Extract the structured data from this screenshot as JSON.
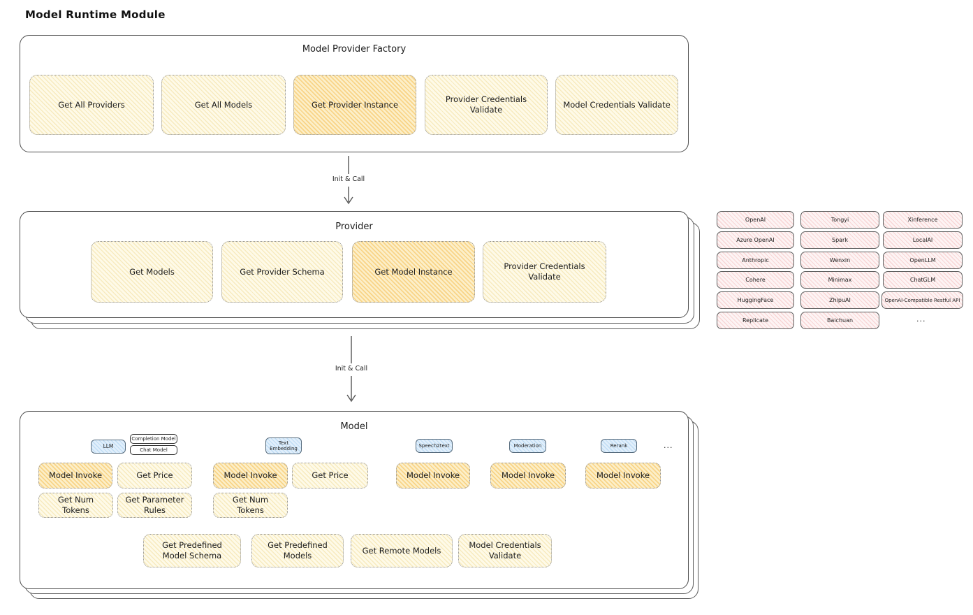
{
  "title": "Model Runtime Module",
  "colors": {
    "yellow_fill": "#fdf8e4",
    "orange_highlight_fill": "#f8d48c",
    "pink_fill": "#f9dede",
    "blue_tag_fill": "#d8eafa",
    "card_border": "#4c4c4c"
  },
  "factory": {
    "title": "Model Provider Factory",
    "items": [
      {
        "label": "Get All Providers",
        "highlight": false
      },
      {
        "label": "Get All Models",
        "highlight": false
      },
      {
        "label": "Get Provider Instance",
        "highlight": true
      },
      {
        "label": "Provider Credentials Validate",
        "highlight": false
      },
      {
        "label": "Model Credentials Validate",
        "highlight": false
      }
    ]
  },
  "arrow1": {
    "label": "Init & Call"
  },
  "provider": {
    "title": "Provider",
    "items": [
      {
        "label": "Get Models",
        "highlight": false
      },
      {
        "label": "Get Provider Schema",
        "highlight": false
      },
      {
        "label": "Get Model Instance",
        "highlight": true
      },
      {
        "label": "Provider Credentials Validate",
        "highlight": false
      }
    ]
  },
  "providers_panel": {
    "columns": [
      [
        "OpenAI",
        "Azure OpenAI",
        "Anthropic",
        "Cohere",
        "HuggingFace",
        "Replicate"
      ],
      [
        "Tongyi",
        "Spark",
        "Wenxin",
        "Minimax",
        "ZhipuAI",
        "Baichuan"
      ],
      [
        "Xinference",
        "LocalAI",
        "OpenLLM",
        "ChatGLM",
        "OpenAI-Compatible Restful API"
      ]
    ],
    "more": "..."
  },
  "arrow2": {
    "label": "Init & Call"
  },
  "model": {
    "title": "Model",
    "more_tag": "...",
    "groups": [
      {
        "tag": "LLM",
        "sub_tags": [
          "Completion Model",
          "Chat Model"
        ],
        "row1": [
          "Model Invoke",
          "Get Price"
        ],
        "row2": [
          "Get Num Tokens",
          "Get Parameter Rules"
        ]
      },
      {
        "tag": "Text Embedding",
        "row1": [
          "Model Invoke",
          "Get Price"
        ],
        "row2": [
          "Get Num Tokens"
        ]
      },
      {
        "tag": "Speech2text",
        "row1": [
          "Model Invoke"
        ]
      },
      {
        "tag": "Moderation",
        "row1": [
          "Model Invoke"
        ]
      },
      {
        "tag": "Rerank",
        "row1": [
          "Model Invoke"
        ]
      }
    ],
    "bottom_row": [
      "Get Predefined Model Schema",
      "Get Predefined Models",
      "Get Remote Models",
      "Model Credentials Validate"
    ]
  }
}
